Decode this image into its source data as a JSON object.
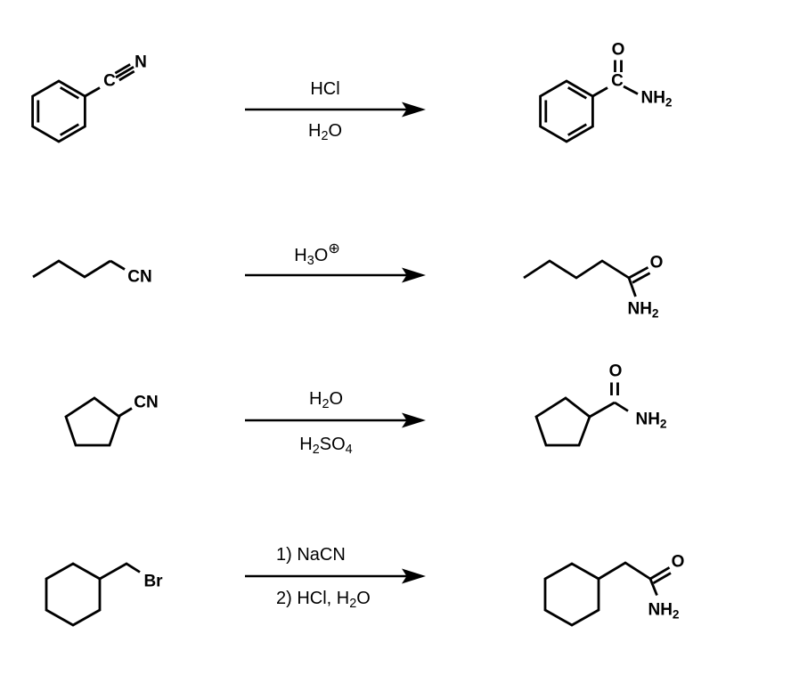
{
  "canvas": {
    "background": "#ffffff",
    "ink": "#000000"
  },
  "rows": [
    {
      "reactant": {
        "labels": {
          "c": [
            [
              "n",
              "C"
            ]
          ],
          "n": [
            [
              "n",
              "N"
            ]
          ]
        }
      },
      "arrow": {
        "above": [
          [
            "n",
            "HCl"
          ]
        ],
        "below": [
          [
            "n",
            "H"
          ],
          [
            "s",
            "2"
          ],
          [
            "n",
            "O"
          ]
        ]
      },
      "product": {
        "labels": {
          "c": [
            [
              "n",
              "C"
            ]
          ],
          "o": [
            [
              "n",
              "O"
            ]
          ],
          "nh2": [
            [
              "n",
              "NH"
            ],
            [
              "s",
              "2"
            ]
          ]
        }
      }
    },
    {
      "reactant": {
        "labels": {
          "cn": [
            [
              "n",
              "CN"
            ]
          ]
        }
      },
      "arrow": {
        "above": [
          [
            "n",
            "H"
          ],
          [
            "s",
            "3"
          ],
          [
            "n",
            "O"
          ],
          [
            "u",
            "⊕"
          ]
        ]
      },
      "product": {
        "labels": {
          "o": [
            [
              "n",
              "O"
            ]
          ],
          "nh2": [
            [
              "n",
              "NH"
            ],
            [
              "s",
              "2"
            ]
          ]
        }
      }
    },
    {
      "reactant": {
        "labels": {
          "cn": [
            [
              "n",
              "CN"
            ]
          ]
        }
      },
      "arrow": {
        "above": [
          [
            "n",
            "H"
          ],
          [
            "s",
            "2"
          ],
          [
            "n",
            "O"
          ]
        ],
        "below": [
          [
            "n",
            "H"
          ],
          [
            "s",
            "2"
          ],
          [
            "n",
            "SO"
          ],
          [
            "s",
            "4"
          ]
        ]
      },
      "product": {
        "labels": {
          "o": [
            [
              "n",
              "O"
            ]
          ],
          "nh2": [
            [
              "n",
              "NH"
            ],
            [
              "s",
              "2"
            ]
          ]
        }
      }
    },
    {
      "reactant": {
        "labels": {
          "br": [
            [
              "n",
              "Br"
            ]
          ]
        }
      },
      "arrow": {
        "above": [
          [
            "n",
            "1) NaCN"
          ]
        ],
        "below": [
          [
            "n",
            "2) HCl, H"
          ],
          [
            "s",
            "2"
          ],
          [
            "n",
            "O"
          ]
        ]
      },
      "product": {
        "labels": {
          "o": [
            [
              "n",
              "O"
            ]
          ],
          "nh2": [
            [
              "n",
              "NH"
            ],
            [
              "s",
              "2"
            ]
          ]
        }
      }
    }
  ]
}
